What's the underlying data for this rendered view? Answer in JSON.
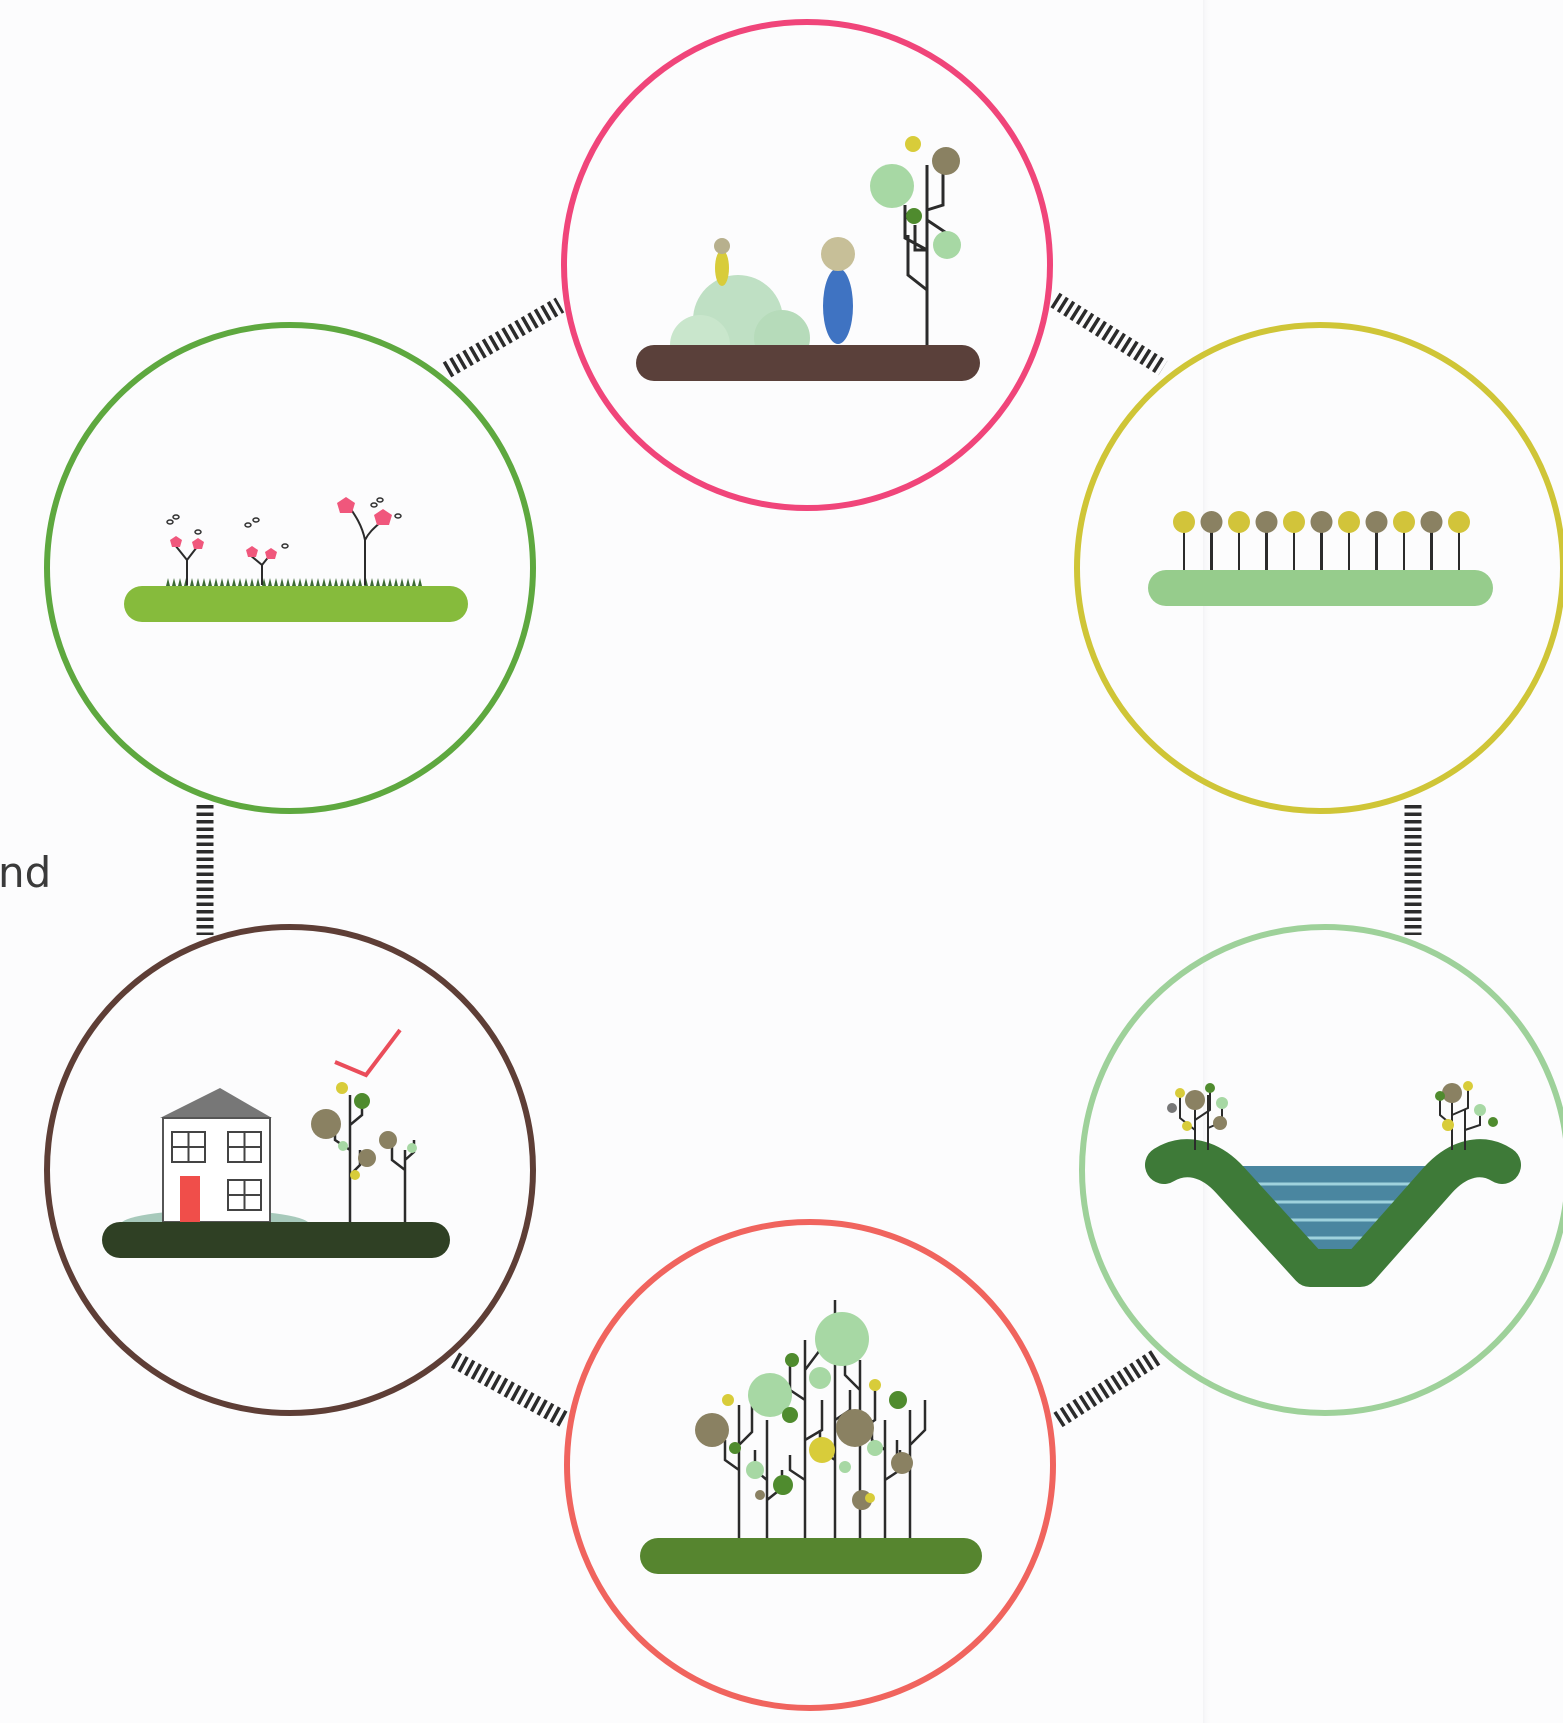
{
  "edge_text": "nd",
  "colors": {
    "ring_top": "#f0457a",
    "ring_right_upper": "#cfc537",
    "ring_right_lower": "#9ed19a",
    "ring_bottom": "#f0645e",
    "ring_left_lower": "#5e3e36",
    "ring_left_upper": "#5ea83f",
    "connector": "#2b2b2b",
    "soil_brown": "#5a403a",
    "grass_green": "#86bb3c",
    "meadow_green": "#96cc8c",
    "forest_green": "#56852f",
    "dark_ground": "#2f4024",
    "water": "#4a86a0",
    "bank_green": "#3e7a38",
    "flower_pink": "#f0577c",
    "door_red": "#f04e4a",
    "check_red": "#ea4d5a",
    "roof_grey": "#777777"
  },
  "nodes": [
    {
      "id": "top",
      "icon": "soil-plants-icon"
    },
    {
      "id": "right-upper",
      "icon": "tree-row-icon"
    },
    {
      "id": "right-lower",
      "icon": "water-ditch-icon"
    },
    {
      "id": "bottom",
      "icon": "forest-icon"
    },
    {
      "id": "left-lower",
      "icon": "house-with-trees-icon"
    },
    {
      "id": "left-upper",
      "icon": "grass-flowers-icon"
    }
  ]
}
